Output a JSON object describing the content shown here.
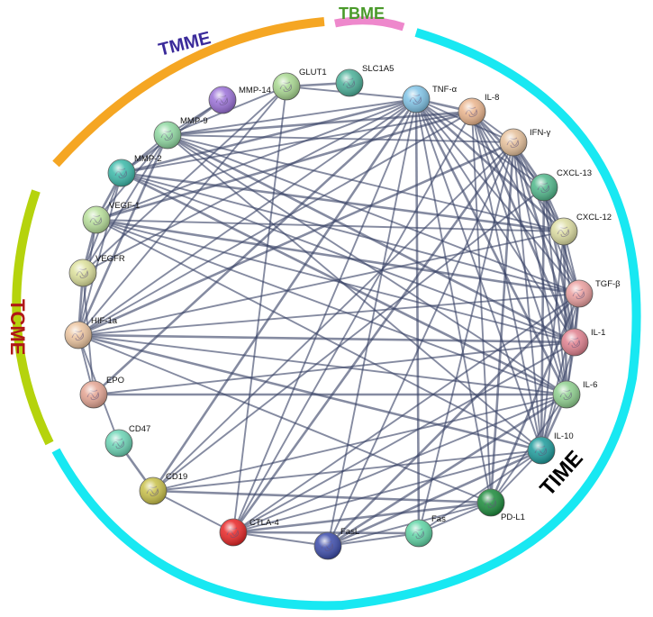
{
  "groups": [
    {
      "key": "TBME",
      "label": "TBME",
      "color": "#ee88cc",
      "text_color": "#4a9a2a"
    },
    {
      "key": "TMME",
      "label": "TMME",
      "color": "#f5a623",
      "text_color": "#3a2a9a"
    },
    {
      "key": "TCME",
      "label": "TCME",
      "color": "#b5d30d",
      "text_color": "#b01818"
    },
    {
      "key": "TIME",
      "label": "TIME",
      "color": "#18e8f2",
      "text_color": "#000000"
    }
  ],
  "nodes": [
    {
      "id": "TNF-α",
      "label": "TNF-α",
      "color": "#7fc3e6"
    },
    {
      "id": "IL-8",
      "label": "IL-8",
      "color": "#eab48c"
    },
    {
      "id": "IFN-γ",
      "label": "IFN-γ",
      "color": "#e6c09a"
    },
    {
      "id": "CXCL-13",
      "label": "CXCL-13",
      "color": "#4fb78a"
    },
    {
      "id": "CXCL-12",
      "label": "CXCL-12",
      "color": "#dcdca0"
    },
    {
      "id": "TGF-β",
      "label": "TGF-β",
      "color": "#ea9e9e"
    },
    {
      "id": "IL-1",
      "label": "IL-1",
      "color": "#e0808e"
    },
    {
      "id": "IL-6",
      "label": "IL-6",
      "color": "#8ed08e"
    },
    {
      "id": "IL-10",
      "label": "IL-10",
      "color": "#1b9a9a"
    },
    {
      "id": "PD-L1",
      "label": "PD-L1",
      "color": "#1a8a3a"
    },
    {
      "id": "Fas",
      "label": "Fas",
      "color": "#5ed4a4"
    },
    {
      "id": "FasL",
      "label": "FasL",
      "color": "#3a4aaa"
    },
    {
      "id": "CTLA-4",
      "label": "CTLA-4",
      "color": "#e82424"
    },
    {
      "id": "CD19",
      "label": "CD19",
      "color": "#c8c048"
    },
    {
      "id": "CD47",
      "label": "CD47",
      "color": "#6ad4b4"
    },
    {
      "id": "EPO",
      "label": "EPO",
      "color": "#e4a492"
    },
    {
      "id": "HIF-1a",
      "label": "HIF-1a",
      "color": "#ecc49e"
    },
    {
      "id": "VEGFR",
      "label": "VEGFR",
      "color": "#dce09a"
    },
    {
      "id": "VEGF-1",
      "label": "VEGF-1",
      "color": "#b8e09a"
    },
    {
      "id": "MMP-2",
      "label": "MMP-2",
      "color": "#3ab8a8"
    },
    {
      "id": "MMP-9",
      "label": "MMP-9",
      "color": "#8ed8a0"
    },
    {
      "id": "MMP-14",
      "label": "MMP-14",
      "color": "#9a70d8"
    },
    {
      "id": "GLUT1",
      "label": "GLUT1",
      "color": "#a8d890"
    },
    {
      "id": "SLC1A5",
      "label": "SLC1A5",
      "color": "#4ab098"
    }
  ],
  "edges": [
    [
      "TNF-α",
      "IL-8"
    ],
    [
      "TNF-α",
      "IFN-γ"
    ],
    [
      "TNF-α",
      "CXCL-13"
    ],
    [
      "TNF-α",
      "CXCL-12"
    ],
    [
      "TNF-α",
      "TGF-β"
    ],
    [
      "TNF-α",
      "IL-1"
    ],
    [
      "TNF-α",
      "IL-6"
    ],
    [
      "TNF-α",
      "IL-10"
    ],
    [
      "TNF-α",
      "PD-L1"
    ],
    [
      "TNF-α",
      "Fas"
    ],
    [
      "TNF-α",
      "FasL"
    ],
    [
      "TNF-α",
      "CTLA-4"
    ],
    [
      "TNF-α",
      "CD19"
    ],
    [
      "TNF-α",
      "HIF-1a"
    ],
    [
      "TNF-α",
      "VEGF-1"
    ],
    [
      "TNF-α",
      "MMP-2"
    ],
    [
      "TNF-α",
      "MMP-9"
    ],
    [
      "TNF-α",
      "GLUT1"
    ],
    [
      "TNF-α",
      "EPO"
    ],
    [
      "TNF-α",
      "VEGFR"
    ],
    [
      "IL-8",
      "IFN-γ"
    ],
    [
      "IL-8",
      "CXCL-13"
    ],
    [
      "IL-8",
      "CXCL-12"
    ],
    [
      "IL-8",
      "TGF-β"
    ],
    [
      "IL-8",
      "IL-1"
    ],
    [
      "IL-8",
      "IL-6"
    ],
    [
      "IL-8",
      "IL-10"
    ],
    [
      "IL-8",
      "MMP-9"
    ],
    [
      "IL-8",
      "MMP-2"
    ],
    [
      "IL-8",
      "HIF-1a"
    ],
    [
      "IL-8",
      "VEGF-1"
    ],
    [
      "IL-8",
      "CTLA-4"
    ],
    [
      "IL-8",
      "PD-L1"
    ],
    [
      "IFN-γ",
      "CXCL-13"
    ],
    [
      "IFN-γ",
      "CXCL-12"
    ],
    [
      "IFN-γ",
      "TGF-β"
    ],
    [
      "IFN-γ",
      "IL-1"
    ],
    [
      "IFN-γ",
      "IL-6"
    ],
    [
      "IFN-γ",
      "IL-10"
    ],
    [
      "IFN-γ",
      "PD-L1"
    ],
    [
      "IFN-γ",
      "Fas"
    ],
    [
      "IFN-γ",
      "FasL"
    ],
    [
      "IFN-γ",
      "CTLA-4"
    ],
    [
      "IFN-γ",
      "CD19"
    ],
    [
      "IFN-γ",
      "MMP-9"
    ],
    [
      "IFN-γ",
      "HIF-1a"
    ],
    [
      "CXCL-13",
      "CXCL-12"
    ],
    [
      "CXCL-13",
      "IL-6"
    ],
    [
      "CXCL-13",
      "IL-10"
    ],
    [
      "CXCL-13",
      "TGF-β"
    ],
    [
      "CXCL-13",
      "CD19"
    ],
    [
      "CXCL-13",
      "IL-1"
    ],
    [
      "CXCL-12",
      "TGF-β"
    ],
    [
      "CXCL-12",
      "IL-1"
    ],
    [
      "CXCL-12",
      "IL-6"
    ],
    [
      "CXCL-12",
      "IL-10"
    ],
    [
      "CXCL-12",
      "MMP-9"
    ],
    [
      "CXCL-12",
      "MMP-2"
    ],
    [
      "CXCL-12",
      "VEGF-1"
    ],
    [
      "CXCL-12",
      "HIF-1a"
    ],
    [
      "TGF-β",
      "IL-1"
    ],
    [
      "TGF-β",
      "IL-6"
    ],
    [
      "TGF-β",
      "IL-10"
    ],
    [
      "TGF-β",
      "PD-L1"
    ],
    [
      "TGF-β",
      "MMP-9"
    ],
    [
      "TGF-β",
      "MMP-2"
    ],
    [
      "TGF-β",
      "VEGF-1"
    ],
    [
      "TGF-β",
      "HIF-1a"
    ],
    [
      "TGF-β",
      "CTLA-4"
    ],
    [
      "TGF-β",
      "FasL"
    ],
    [
      "IL-1",
      "IL-6"
    ],
    [
      "IL-1",
      "IL-10"
    ],
    [
      "IL-1",
      "MMP-9"
    ],
    [
      "IL-1",
      "MMP-2"
    ],
    [
      "IL-1",
      "VEGF-1"
    ],
    [
      "IL-1",
      "HIF-1a"
    ],
    [
      "IL-1",
      "EPO"
    ],
    [
      "IL-1",
      "CTLA-4"
    ],
    [
      "IL-6",
      "IL-10"
    ],
    [
      "IL-6",
      "PD-L1"
    ],
    [
      "IL-6",
      "MMP-9"
    ],
    [
      "IL-6",
      "MMP-2"
    ],
    [
      "IL-6",
      "VEGF-1"
    ],
    [
      "IL-6",
      "HIF-1a"
    ],
    [
      "IL-6",
      "EPO"
    ],
    [
      "IL-6",
      "CTLA-4"
    ],
    [
      "IL-6",
      "CD19"
    ],
    [
      "IL-6",
      "FasL"
    ],
    [
      "IL-10",
      "PD-L1"
    ],
    [
      "IL-10",
      "CTLA-4"
    ],
    [
      "IL-10",
      "FasL"
    ],
    [
      "IL-10",
      "CD19"
    ],
    [
      "IL-10",
      "MMP-9"
    ],
    [
      "IL-10",
      "HIF-1a"
    ],
    [
      "IL-10",
      "VEGF-1"
    ],
    [
      "IL-10",
      "Fas"
    ],
    [
      "PD-L1",
      "CTLA-4"
    ],
    [
      "PD-L1",
      "Fas"
    ],
    [
      "PD-L1",
      "FasL"
    ],
    [
      "PD-L1",
      "CD19"
    ],
    [
      "PD-L1",
      "HIF-1a"
    ],
    [
      "Fas",
      "FasL"
    ],
    [
      "Fas",
      "CTLA-4"
    ],
    [
      "FasL",
      "CTLA-4"
    ],
    [
      "CTLA-4",
      "CD19"
    ],
    [
      "CD19",
      "CD47"
    ],
    [
      "EPO",
      "HIF-1a"
    ],
    [
      "EPO",
      "VEGFR"
    ],
    [
      "HIF-1a",
      "VEGFR"
    ],
    [
      "HIF-1a",
      "VEGF-1"
    ],
    [
      "HIF-1a",
      "MMP-2"
    ],
    [
      "HIF-1a",
      "MMP-9"
    ],
    [
      "HIF-1a",
      "GLUT1"
    ],
    [
      "HIF-1a",
      "CD47"
    ],
    [
      "VEGFR",
      "VEGF-1"
    ],
    [
      "VEGFR",
      "MMP-2"
    ],
    [
      "VEGFR",
      "MMP-9"
    ],
    [
      "VEGF-1",
      "MMP-2"
    ],
    [
      "VEGF-1",
      "MMP-9"
    ],
    [
      "MMP-2",
      "MMP-9"
    ],
    [
      "MMP-2",
      "MMP-14"
    ],
    [
      "MMP-9",
      "MMP-14"
    ],
    [
      "MMP-9",
      "GLUT1"
    ],
    [
      "GLUT1",
      "SLC1A5"
    ],
    [
      "GLUT1",
      "CTLA-4"
    ],
    [
      "GLUT1",
      "VEGFR"
    ]
  ]
}
